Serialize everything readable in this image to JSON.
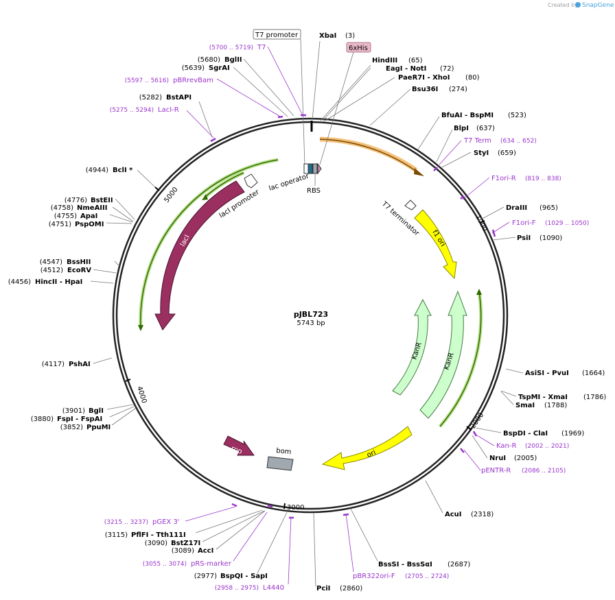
{
  "watermark": {
    "created_by": "Created by",
    "brand": "SnapGene"
  },
  "plasmid": {
    "name": "pJBL723",
    "size": "5743 bp"
  },
  "ruler": [
    "1000",
    "2000",
    "3000",
    "4000",
    "5000"
  ],
  "features": {
    "lac_operator": "lac operator",
    "rbs": "RBS",
    "laci_promoter": "lacI promoter",
    "laci": "lacI",
    "t7_terminator": "T7 terminator",
    "f1_ori": "f1 ori",
    "kanr_1": "KanR",
    "kanr_2": "KanR",
    "ori": "ori",
    "rop": "rop",
    "bom": "bom",
    "t7_promoter": "T7 promoter",
    "his_tag": "6xHis"
  },
  "labels": [
    {
      "num": "(3)",
      "name": "XbaI",
      "c": "b"
    },
    {
      "num": "(65)",
      "name": "HindIII",
      "c": "b"
    },
    {
      "num": "(72)",
      "name": "EagI   -  NotI",
      "c": "b"
    },
    {
      "num": "(80)",
      "name": "PaeR7I    -  XhoI",
      "c": "b"
    },
    {
      "num": "(274)",
      "name": "Bsu36I",
      "c": "b"
    },
    {
      "num": "(523)",
      "name": "BfuAI   -  BspMI",
      "c": "b"
    },
    {
      "num": "(637)",
      "name": "BlpI",
      "c": "b"
    },
    {
      "num": "(634 .. 652)",
      "name": "T7 Term",
      "c": "p"
    },
    {
      "num": "(659)",
      "name": "StyI",
      "c": "b"
    },
    {
      "num": "(819 .. 838)",
      "name": "F1ori-R",
      "c": "p"
    },
    {
      "num": "(965)",
      "name": "DraIII",
      "c": "b"
    },
    {
      "num": "(1029 .. 1050)",
      "name": "F1ori-F",
      "c": "p"
    },
    {
      "num": "(1090)",
      "name": "PsiI",
      "c": "b"
    },
    {
      "num": "(1664)",
      "name": "AsiSI   -  PvuI",
      "c": "b"
    },
    {
      "num": "(1786)",
      "name": "TspMI   -  XmaI",
      "c": "b"
    },
    {
      "num": "(1788)",
      "name": "SmaI",
      "c": "b"
    },
    {
      "num": "(1969)",
      "name": "BspDI   -  ClaI",
      "c": "b"
    },
    {
      "num": "(2002 .. 2021)",
      "name": "Kan-R",
      "c": "p"
    },
    {
      "num": "(2005)",
      "name": "NruI",
      "c": "b"
    },
    {
      "num": "(2086 .. 2105)",
      "name": "pENTR-R",
      "c": "p"
    },
    {
      "num": "(2318)",
      "name": "AcuI",
      "c": "b"
    },
    {
      "num": "(2687)",
      "name": "BssSI   -  BssSαI",
      "c": "b"
    },
    {
      "num": "(2705 .. 2724)",
      "name": "pBR322ori-F",
      "c": "p"
    },
    {
      "num": "(2860)",
      "name": "PciI",
      "c": "b"
    },
    {
      "num": "(2958 .. 2975)",
      "name": "L4440",
      "c": "p"
    },
    {
      "num": "(2977)",
      "name": "BspQI   -  SapI",
      "c": "b"
    },
    {
      "num": "(3055 .. 3074)",
      "name": "pRS-marker",
      "c": "p"
    },
    {
      "num": "(3089)",
      "name": "AccI",
      "c": "b"
    },
    {
      "num": "(3090)",
      "name": "BstZ17I",
      "c": "b"
    },
    {
      "num": "(3115)",
      "name": "PflFI   -  Tth111I",
      "c": "b"
    },
    {
      "num": "(3215 .. 3237)",
      "name": "pGEX 3'",
      "c": "p"
    },
    {
      "num": "(3852)",
      "name": "PpuMI",
      "c": "b"
    },
    {
      "num": "(3880)",
      "name": "FspI   -  FspAI",
      "c": "b"
    },
    {
      "num": "(3901)",
      "name": "BglI",
      "c": "b"
    },
    {
      "num": "(4117)",
      "name": "PshAI",
      "c": "b"
    },
    {
      "num": "(4456)",
      "name": "HincII   -  HpaI",
      "c": "b"
    },
    {
      "num": "(4512)",
      "name": "EcoRV",
      "c": "b"
    },
    {
      "num": "(4547)",
      "name": "BssHII",
      "c": "b"
    },
    {
      "num": "(4751)",
      "name": "PspOMI",
      "c": "b"
    },
    {
      "num": "(4755)",
      "name": "ApaI",
      "c": "b"
    },
    {
      "num": "(4758)",
      "name": "NmeAIII",
      "c": "b"
    },
    {
      "num": "(4776)",
      "name": "BstEII",
      "c": "b"
    },
    {
      "num": "(4944)",
      "name": "BclI *",
      "c": "b"
    },
    {
      "num": "(5275 .. 5294)",
      "name": "LacI-R",
      "c": "p"
    },
    {
      "num": "(5282)",
      "name": "BstAPI",
      "c": "b"
    },
    {
      "num": "(5597 .. 5616)",
      "name": "pBRrevBam",
      "c": "p"
    },
    {
      "num": "(5639)",
      "name": "SgrAI",
      "c": "b"
    },
    {
      "num": "(5680)",
      "name": "BglII",
      "c": "b"
    },
    {
      "num": "(5700 .. 5719)",
      "name": "T7",
      "c": "p"
    }
  ]
}
